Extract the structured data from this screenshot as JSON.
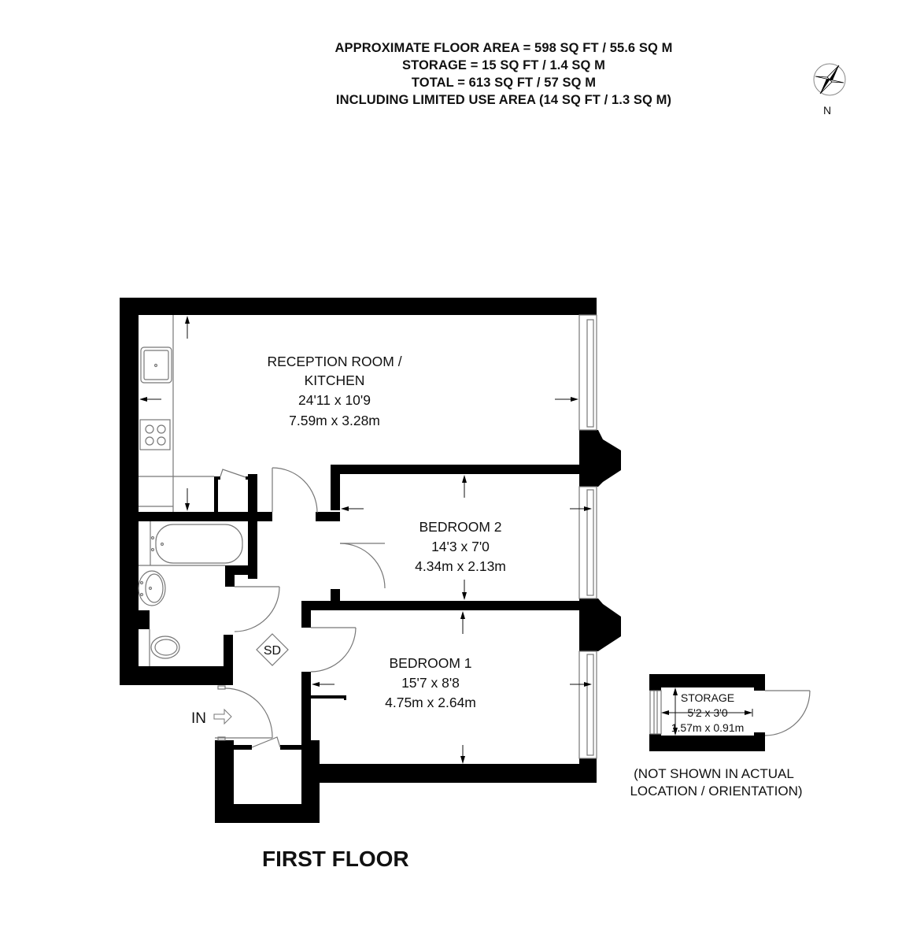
{
  "header": {
    "lines": [
      "APPROXIMATE FLOOR AREA = 598 SQ FT / 55.6 SQ M",
      "STORAGE = 15 SQ FT / 1.4 SQ M",
      "TOTAL = 613 SQ FT / 57 SQ M",
      "INCLUDING LIMITED USE AREA (14 SQ FT / 1.3 SQ M)"
    ]
  },
  "compass": {
    "icon": "compass-rose-icon",
    "label": "N"
  },
  "rooms": {
    "reception": {
      "name_line1": "RECEPTION ROOM /",
      "name_line2": "KITCHEN",
      "imperial": "24'11 x 10'9",
      "metric": "7.59m x 3.28m"
    },
    "bedroom2": {
      "name": "BEDROOM 2",
      "imperial": "14'3 x 7'0",
      "metric": "4.34m x 2.13m"
    },
    "bedroom1": {
      "name": "BEDROOM 1",
      "imperial": "15'7 x 8'8",
      "metric": "4.75m x 2.64m"
    },
    "storage": {
      "name": "STORAGE",
      "imperial": "5'2 x 3'0",
      "metric": "1.57m x 0.91m"
    }
  },
  "symbols": {
    "smoke_detector": "SD",
    "entrance": "IN"
  },
  "storage_note": {
    "line1": "(NOT SHOWN IN ACTUAL",
    "line2": "LOCATION / ORIENTATION)"
  },
  "floor_title": "FIRST FLOOR"
}
